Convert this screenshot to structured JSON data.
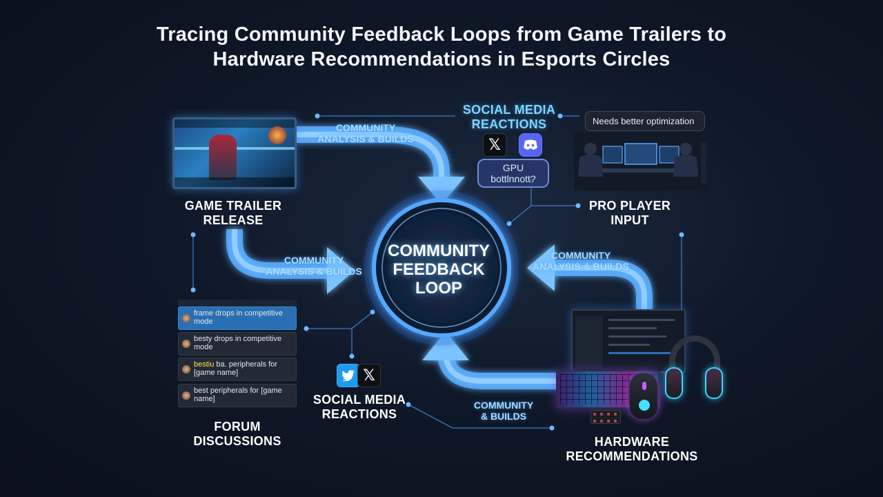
{
  "title_line1": "Tracing Community Feedback Loops from Game Trailers to",
  "title_line2": "Hardware Recommendations in Esports Circles",
  "center": {
    "line1": "COMMUNITY",
    "line2": "FEEDBACK",
    "line3": "LOOP"
  },
  "nodes": {
    "trailer": {
      "line1": "GAME TRAILER",
      "line2": "RELEASE"
    },
    "social_top": {
      "line1": "SOCIAL MEDIA",
      "line2": "REACTIONS"
    },
    "pro_player": {
      "line1": "PRO PLAYER",
      "line2": "INPUT"
    },
    "forum": {
      "line1": "FORUM",
      "line2": "DISCUSSIONS"
    },
    "social_bottom": {
      "line1": "SOCIAL MEDIA",
      "line2": "REACTIONS"
    },
    "hardware": {
      "line1": "HARDWARE",
      "line2": "RECOMMENDATIONS"
    }
  },
  "arrows": {
    "top": {
      "line1": "COMMUNITY",
      "line2": "ANALYSIS & BUILDS"
    },
    "left": {
      "line1": "COMMUNITY",
      "line2": "ANALYSIS & BUILDS"
    },
    "right": {
      "line1": "COMMUNITY",
      "line2": "ANALYSIS & BUILDS"
    },
    "bottom": {
      "line1": "COMMUNITY",
      "line2": "& BUILDS"
    }
  },
  "bubbles": {
    "gpu": "GPU bottlnnott?",
    "optimization": "Needs better optimization"
  },
  "icons": {
    "x": "𝕏",
    "discord": "discord-icon",
    "twitter": "twitter-bird-icon"
  },
  "forum_posts": [
    {
      "text": "frame drops in competitive mode",
      "active": true
    },
    {
      "text": "besty drops in competitive mode",
      "active": false
    },
    {
      "highlight": "bestiu",
      "text": " ba. peripherals for [game name]",
      "active": false
    },
    {
      "text": "best peripherals for [game name]",
      "active": false
    }
  ],
  "colors": {
    "accent": "#4aa8ff",
    "ring": "#3a8cff",
    "background": "#0f1828"
  }
}
